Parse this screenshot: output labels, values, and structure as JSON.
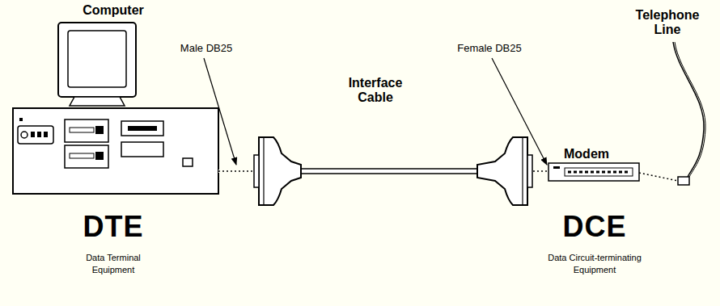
{
  "diagram": {
    "nodes": [
      {
        "text": [
          "Computer",
          "DTE",
          "Data Terminal Equipment"
        ]
      },
      {
        "text": [
          "Modem",
          "DCE",
          "Data Circuit-terminating Equipment"
        ]
      }
    ],
    "edges": [
      {
        "from": 0,
        "to": 1,
        "arrow": "none",
        "label": "Interface Cable"
      }
    ],
    "labels": [
      "Male DB25",
      "Female DB25",
      "Telephone Line"
    ]
  }
}
